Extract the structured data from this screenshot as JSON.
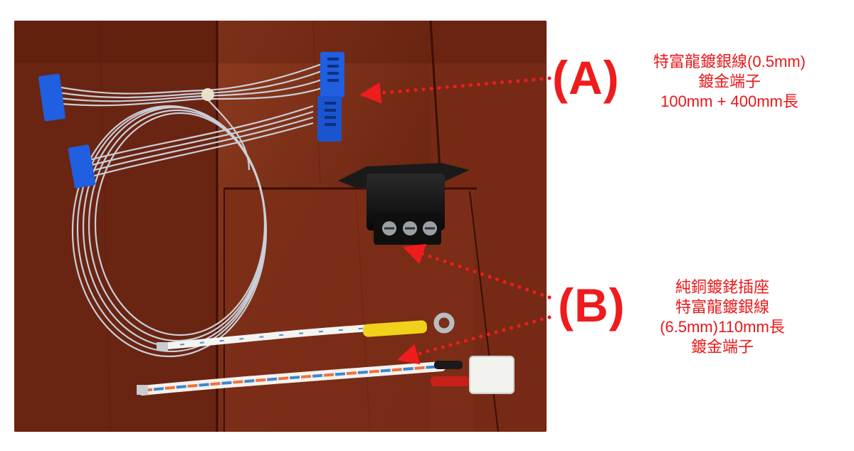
{
  "colors": {
    "accent": "#ee1c1c",
    "wood": "#7a2a16",
    "connector_blue": "#1f5fe0",
    "terminal_block": "#141414",
    "wire_silver": "#c9d2dc"
  },
  "annotations": {
    "a": {
      "marker": "(A)",
      "lines": [
        "特富龍鍍銀線(0.5mm)",
        "鍍金端子",
        "100mm + 400mm長"
      ]
    },
    "b": {
      "marker": "(B)",
      "lines": [
        "純銅鍍銠插座",
        "特富龍鍍銀線",
        "(6.5mm)110mm長",
        "鍍金端子"
      ]
    }
  },
  "photo": {
    "subjects": [
      "blue-connector-wire-harness",
      "black-terminal-block-socket",
      "ring-terminal-wire",
      "twisted-pair-wire-with-white-connector"
    ]
  }
}
